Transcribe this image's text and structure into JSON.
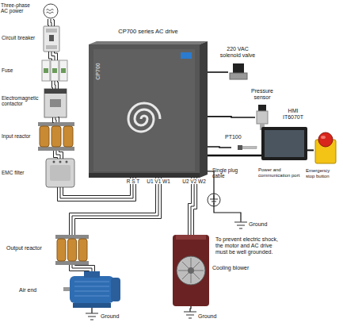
{
  "diagram": {
    "nodes": [
      {
        "text": [
          "Three-phase AC power"
        ]
      },
      {
        "text": [
          "Circuit breaker"
        ]
      },
      {
        "text": [
          "Fuse"
        ]
      },
      {
        "text": [
          "Electromagnetic contactor"
        ]
      },
      {
        "text": [
          "Input reactor"
        ]
      },
      {
        "text": [
          "EMC filter"
        ]
      },
      {
        "text": [
          "CP700 series AC drive"
        ]
      },
      {
        "text": [
          "220 VAC solenoid valve"
        ]
      },
      {
        "text": [
          "Pressure sensor"
        ]
      },
      {
        "text": [
          "PT100"
        ]
      },
      {
        "text": [
          "HMI IT6070T"
        ]
      },
      {
        "text": [
          "Emergency stop button"
        ]
      },
      {
        "text": [
          "Output reactor"
        ]
      },
      {
        "text": [
          "Air end"
        ]
      },
      {
        "text": [
          "Cooling blower"
        ]
      },
      {
        "text": [
          "Ground"
        ]
      },
      {
        "text": [
          "Ground"
        ]
      },
      {
        "text": [
          "Ground"
        ]
      }
    ],
    "edges": [
      {
        "from": 0,
        "to": 1,
        "arrow": "none"
      },
      {
        "from": 1,
        "to": 2,
        "arrow": "none"
      },
      {
        "from": 2,
        "to": 3,
        "arrow": "none"
      },
      {
        "from": 3,
        "to": 4,
        "arrow": "none"
      },
      {
        "from": 4,
        "to": 5,
        "arrow": "none"
      },
      {
        "from": 5,
        "to": 6,
        "arrow": "none"
      },
      {
        "from": 6,
        "to": 12,
        "arrow": "none"
      },
      {
        "from": 12,
        "to": 13,
        "arrow": "none"
      },
      {
        "from": 6,
        "to": 14,
        "arrow": "none"
      },
      {
        "from": 6,
        "to": 15,
        "arrow": "none"
      },
      {
        "from": 6,
        "to": 7,
        "arrow": "none"
      },
      {
        "from": 6,
        "to": 8,
        "arrow": "none"
      },
      {
        "from": 6,
        "to": 9,
        "arrow": "none"
      },
      {
        "from": 6,
        "to": 10,
        "arrow": "none"
      },
      {
        "from": 10,
        "to": 11,
        "arrow": "none"
      },
      {
        "from": 13,
        "to": 16,
        "arrow": "none"
      },
      {
        "from": 14,
        "to": 17,
        "arrow": "none"
      }
    ],
    "labels": [
      "CP700",
      "R S T",
      "U1 V1 W1",
      "U2 V2 W2",
      "Single plug cable",
      "Power and communication port",
      "To prevent electric shock, the motor and AC drive must be well grounded."
    ]
  }
}
